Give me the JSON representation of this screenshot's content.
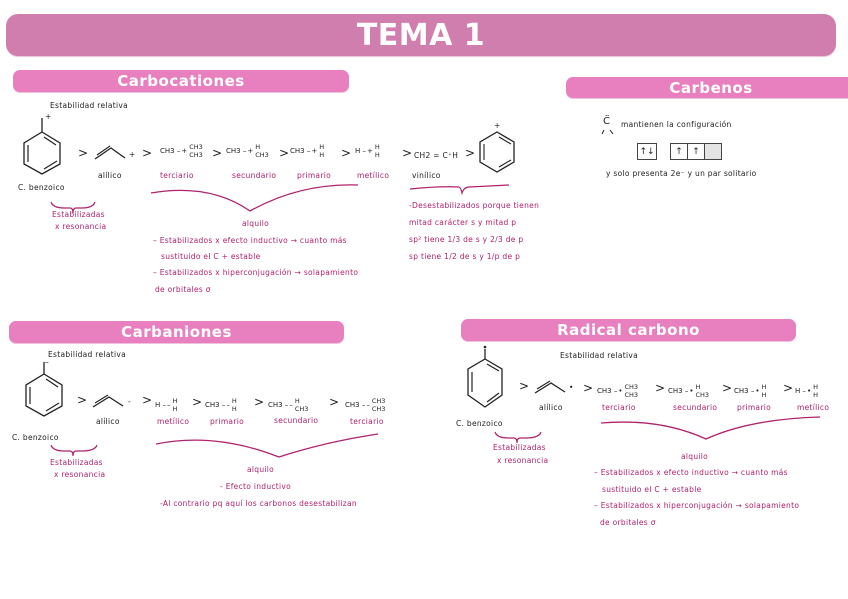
{
  "title": "TEMA 1",
  "colors": {
    "header": "#d07eae",
    "section": "#e880c0",
    "note_text": "#b0226e"
  },
  "carbocationes": {
    "heading": "Carbocationes",
    "stability_label": "Estabilidad relativa",
    "benzoic_charge": "+",
    "allyl_charge": "+",
    "formulas": [
      {
        "left": "CH3 –",
        "top": "CH3",
        "mark": "+",
        "bottom": "CH3"
      },
      {
        "left": "CH3 –",
        "top": "H",
        "mark": "+",
        "bottom": "CH3"
      },
      {
        "left": "CH3 –",
        "top": "H",
        "mark": "+",
        "bottom": "H"
      },
      {
        "left": "H –",
        "top": "H",
        "mark": "+",
        "bottom": "H"
      }
    ],
    "vinyl_formula": "CH2 = C⁺H",
    "phenyl_charge": "+",
    "gt": ">",
    "labels": {
      "benzoic": "C. benzoico",
      "allyl": "alílico",
      "tertiary": "terciario",
      "secondary": "secundario",
      "primary": "primario",
      "methyl": "metílico",
      "vinyl": "vinílico"
    },
    "resonance_note": [
      "Estabilizadas",
      "x resonancia"
    ],
    "alkyl_label": "alquilo",
    "alkyl_notes": [
      "– Estabilizados x efecto inductivo → cuanto más",
      "sustituido el C + estable",
      "– Estabilizados x hiperconjugación → solapamiento",
      "de orbitales σ"
    ],
    "vinyl_notes": [
      "-Desestabilizados porque tienen",
      "mitad carácter s y mitad p",
      "sp² tiene 1/3 de s y 2/3 de p",
      "sp tiene 1/2 de s y 1/p de p"
    ]
  },
  "carbenos": {
    "heading": "Carbenos",
    "carbon_symbol": "C̈",
    "config_text": "mantienen la configuración",
    "orbital_box_1": [
      "↑↓"
    ],
    "orbital_box_2": [
      "↑",
      "↑",
      ""
    ],
    "note": "y solo presenta 2e⁻ y un par solitario"
  },
  "carbaniones": {
    "heading": "Carbaniones",
    "stability_label": "Estabilidad relativa",
    "benzoic_charge": "–",
    "allyl_charge": "-",
    "formulas": [
      {
        "left": "H –",
        "top": "H",
        "mark": "–",
        "bottom": "H"
      },
      {
        "left": "CH3 –",
        "top": "H",
        "mark": "–",
        "bottom": "H"
      },
      {
        "left": "CH3 –",
        "top": "H",
        "mark": "–",
        "bottom": "CH3"
      },
      {
        "left": "CH3 –",
        "top": "CH3",
        "mark": "–",
        "bottom": "CH3"
      }
    ],
    "labels": {
      "benzoic": "C. benzoico",
      "allyl": "alílico",
      "methyl": "metílico",
      "primary": "primario",
      "secondary": "secundario",
      "tertiary": "terciario"
    },
    "resonance_note": [
      "Estabilizadas",
      "x resonancia"
    ],
    "alkyl_label": "alquilo",
    "alkyl_notes": [
      "- Efecto inductivo",
      "-Al contrario pq aquí los carbonos desestabilizan"
    ]
  },
  "radical": {
    "heading": "Radical carbono",
    "stability_label": "Estabilidad relativa",
    "allyl_charge": "•",
    "formulas": [
      {
        "left": "CH3 –",
        "top": "CH3",
        "mark": "•",
        "bottom": "CH3"
      },
      {
        "left": "CH3 –",
        "top": "H",
        "mark": "•",
        "bottom": "CH3"
      },
      {
        "left": "CH3 –",
        "top": "H",
        "mark": "•",
        "bottom": "H"
      },
      {
        "left": "H –",
        "top": "H",
        "mark": "•",
        "bottom": "H"
      }
    ],
    "labels": {
      "benzoic": "C. benzoico",
      "allyl": "alílico",
      "tertiary": "terciario",
      "secondary": "secundario",
      "primary": "primario",
      "methyl": "metílico"
    },
    "resonance_note": [
      "Estabilizadas",
      "x resonancia"
    ],
    "alkyl_label": "alquilo",
    "alkyl_notes": [
      "– Estabilizados x efecto inductivo → cuanto más",
      "sustituido el C + estable",
      "– Estabilizados x hiperconjugación → solapamiento",
      "de orbitales σ"
    ]
  }
}
